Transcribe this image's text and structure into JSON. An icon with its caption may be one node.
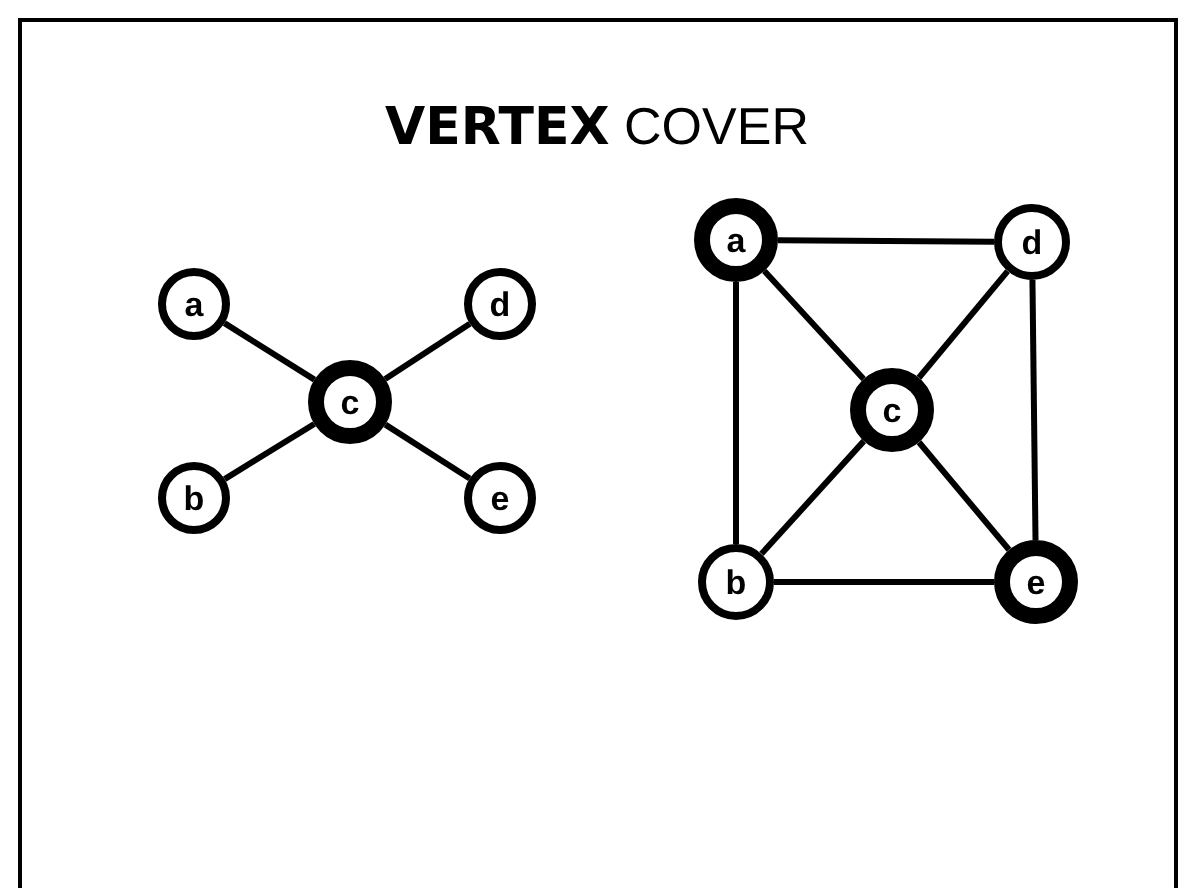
{
  "diagram": {
    "title": "**VERTEX** COVER",
    "nodes": [
      {
        "text": [
          "a"
        ]
      },
      {
        "text": [
          "d"
        ]
      },
      {
        "text": [
          "c"
        ]
      },
      {
        "text": [
          "b"
        ]
      },
      {
        "text": [
          "e"
        ]
      },
      {
        "text": [
          "a"
        ]
      },
      {
        "text": [
          "d"
        ]
      },
      {
        "text": [
          "c"
        ]
      },
      {
        "text": [
          "b"
        ]
      },
      {
        "text": [
          "e"
        ]
      }
    ],
    "edges": [
      {
        "from": 0,
        "to": 2,
        "arrow": "none"
      },
      {
        "from": 1,
        "to": 2,
        "arrow": "none"
      },
      {
        "from": 3,
        "to": 2,
        "arrow": "none"
      },
      {
        "from": 4,
        "to": 2,
        "arrow": "none"
      },
      {
        "from": 5,
        "to": 6,
        "arrow": "none"
      },
      {
        "from": 5,
        "to": 8,
        "arrow": "none"
      },
      {
        "from": 5,
        "to": 7,
        "arrow": "none"
      },
      {
        "from": 6,
        "to": 7,
        "arrow": "none"
      },
      {
        "from": 6,
        "to": 9,
        "arrow": "none"
      },
      {
        "from": 7,
        "to": 8,
        "arrow": "none"
      },
      {
        "from": 7,
        "to": 9,
        "arrow": "none"
      },
      {
        "from": 8,
        "to": 9,
        "arrow": "none"
      }
    ]
  }
}
